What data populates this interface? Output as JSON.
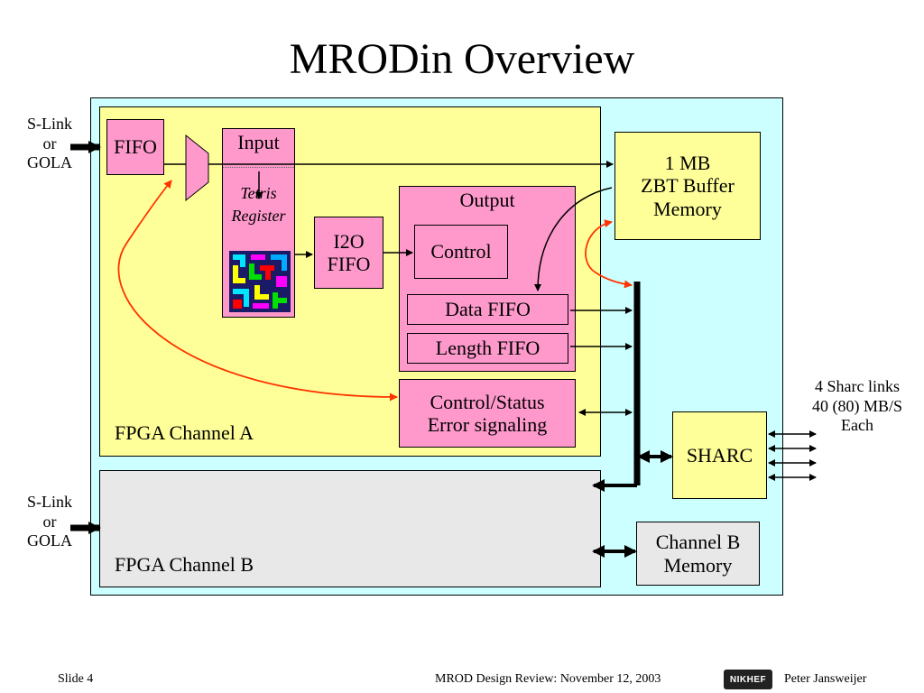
{
  "slide": {
    "title": "MRODin Overview",
    "left_input_a": [
      "S-Link",
      "or",
      "GOLA"
    ],
    "left_input_b": [
      "S-Link",
      "or",
      "GOLA"
    ],
    "fifo": "FIFO",
    "input": "Input",
    "tetris": [
      "Tetris",
      "Register"
    ],
    "i2o": [
      "I2O",
      "FIFO"
    ],
    "output": "Output",
    "control": "Control",
    "data_fifo": "Data FIFO",
    "length_fifo": "Length FIFO",
    "control_status": [
      "Control/Status",
      "Error signaling"
    ],
    "channel_a": "FPGA Channel A",
    "channel_b": "FPGA Channel B",
    "zbt": [
      "1 MB",
      "ZBT Buffer",
      "Memory"
    ],
    "sharc": "SHARC",
    "sharc_links": [
      "4 Sharc links",
      "40 (80) MB/S",
      "Each"
    ],
    "chan_b_mem": [
      "Channel B",
      "Memory"
    ]
  },
  "footer": {
    "slide_num": "Slide 4",
    "center": "MROD Design Review: November 12, 2003",
    "logo_text": "NIKHEF",
    "author": "Peter Jansweijer"
  },
  "colors": {
    "outer": "#ccffff",
    "channel_a": "#ffff99",
    "channel_b": "#e8e8e8",
    "pink": "#ff99cc",
    "arrow_red": "#ff3300"
  }
}
